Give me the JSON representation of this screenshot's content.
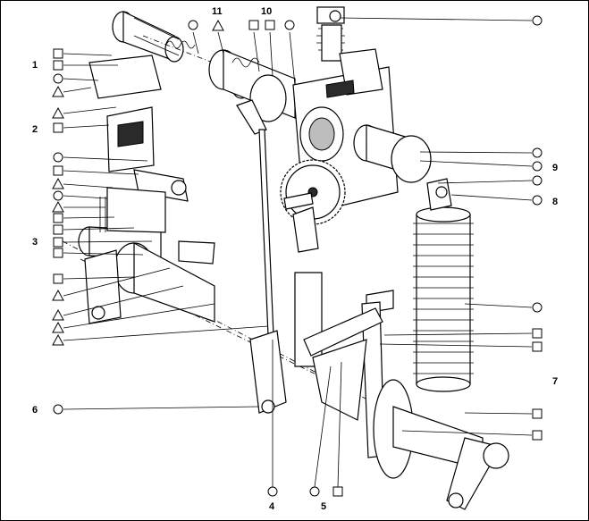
{
  "diagram": {
    "part_numbers": {
      "n1": "1",
      "n2": "2",
      "n3": "3",
      "n4": "4",
      "n5": "5",
      "n6": "6",
      "n7": "7",
      "n8": "8",
      "n9": "9",
      "n10": "10",
      "n11": "11"
    }
  }
}
